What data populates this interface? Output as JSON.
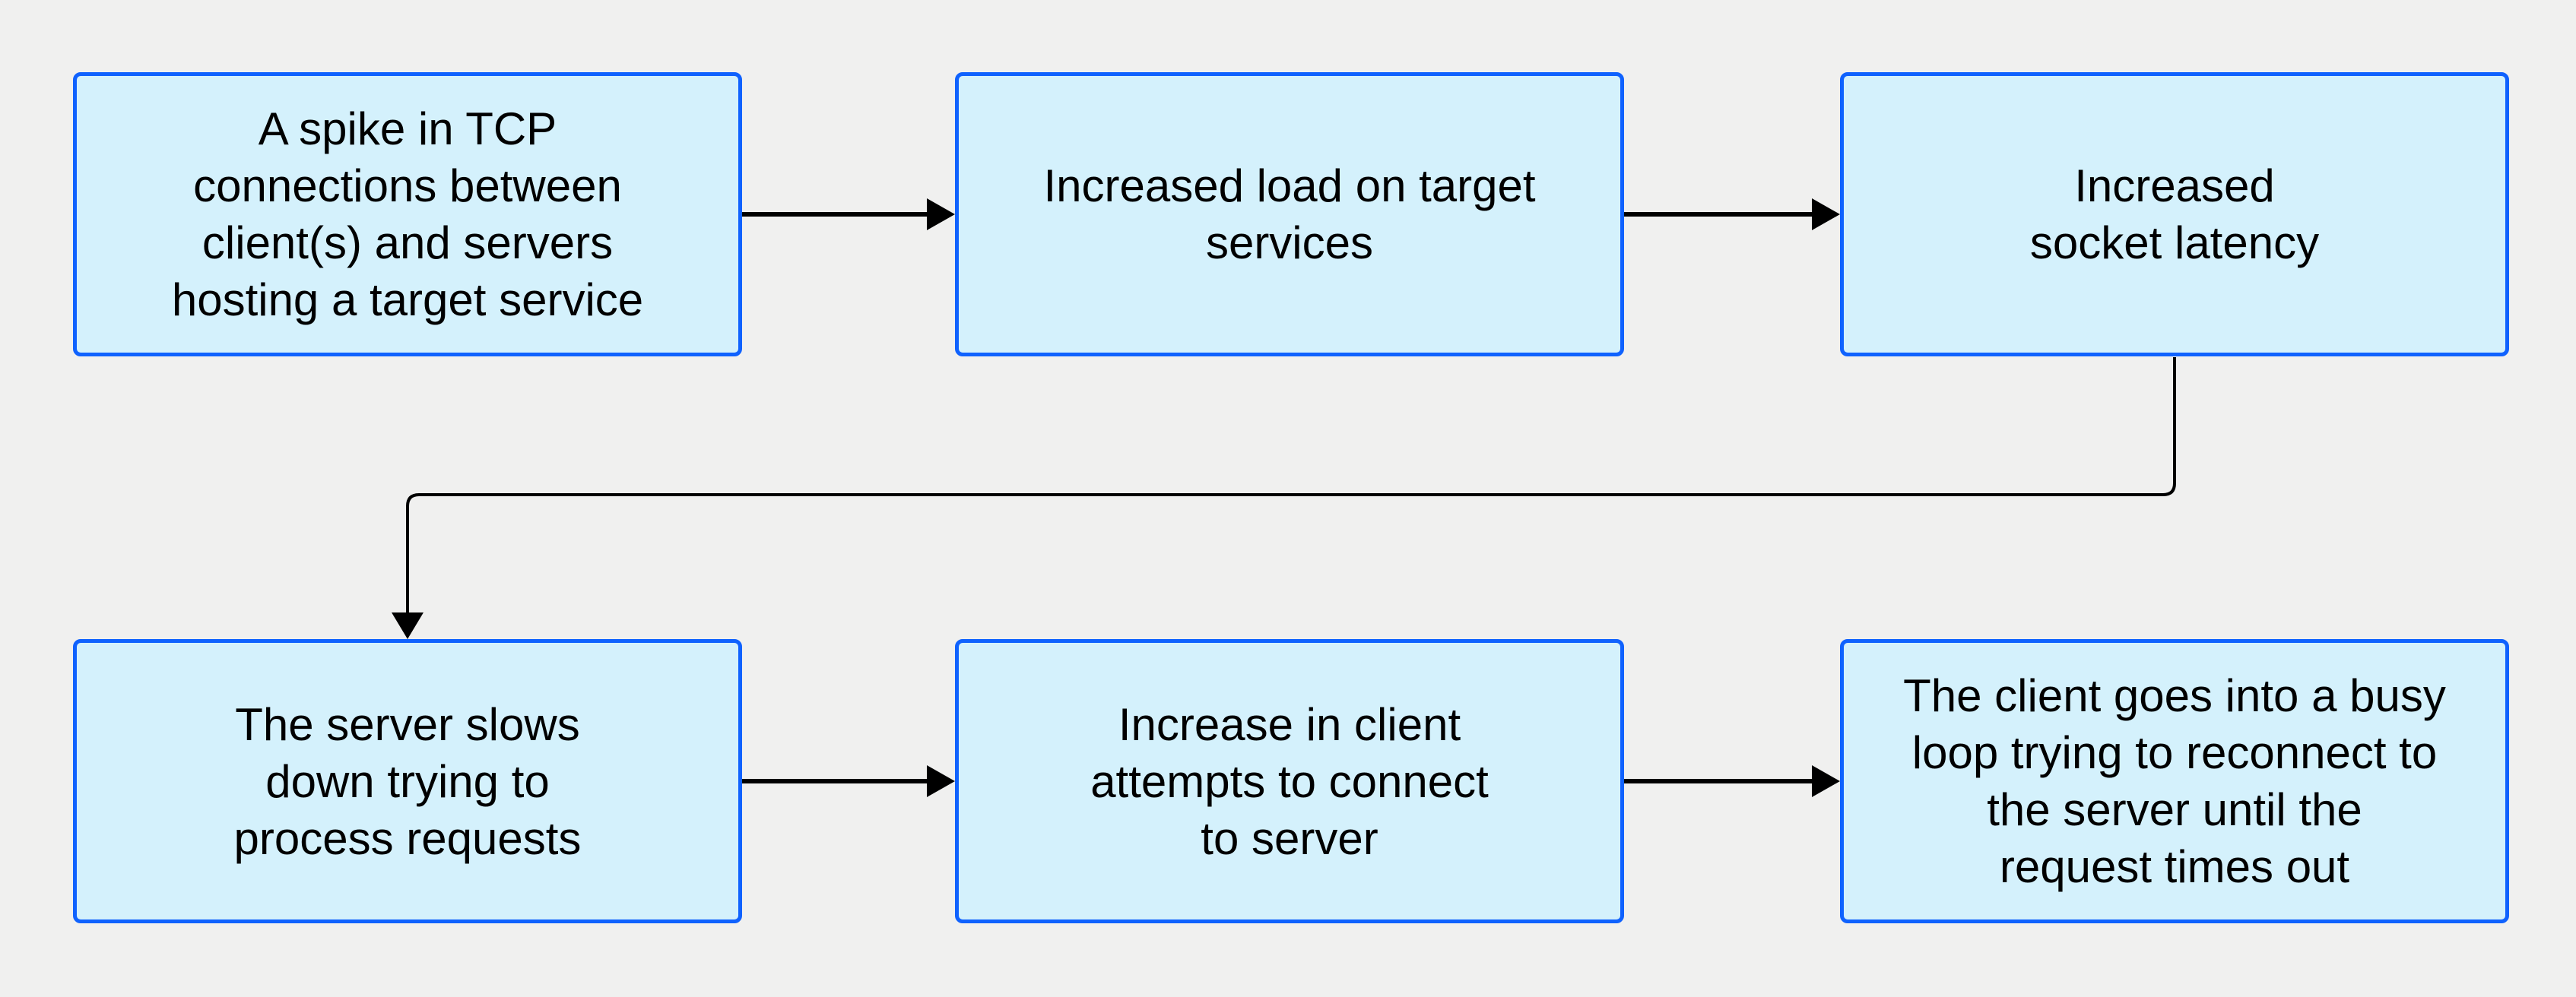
{
  "diagram": {
    "type": "flowchart",
    "background_color": "#f0f0ef",
    "node_fill_color": "#d4f1fc",
    "node_border_color": "#0f62fe",
    "connector_color": "#000000",
    "text_color": "#000000",
    "nodes": [
      {
        "id": "n1",
        "row": 1,
        "col": 1,
        "text": "A spike in TCP\nconnections between\nclient(s) and servers\nhosting a target service"
      },
      {
        "id": "n2",
        "row": 1,
        "col": 2,
        "text": "Increased load on target\nservices"
      },
      {
        "id": "n3",
        "row": 1,
        "col": 3,
        "text": "Increased\nsocket latency"
      },
      {
        "id": "n4",
        "row": 2,
        "col": 1,
        "text": "The server slows\ndown trying to\nprocess requests"
      },
      {
        "id": "n5",
        "row": 2,
        "col": 2,
        "text": "Increase in client\nattempts to connect\nto server"
      },
      {
        "id": "n6",
        "row": 2,
        "col": 3,
        "text": "The client goes into a busy\nloop trying to reconnect to\nthe server until the\nrequest times out"
      }
    ],
    "edges": [
      {
        "from": "n1",
        "to": "n2",
        "style": "straight-arrow"
      },
      {
        "from": "n2",
        "to": "n3",
        "style": "straight-arrow"
      },
      {
        "from": "n3",
        "to": "n4",
        "style": "elbow-arrow"
      },
      {
        "from": "n4",
        "to": "n5",
        "style": "straight-arrow"
      },
      {
        "from": "n5",
        "to": "n6",
        "style": "straight-arrow"
      }
    ]
  }
}
